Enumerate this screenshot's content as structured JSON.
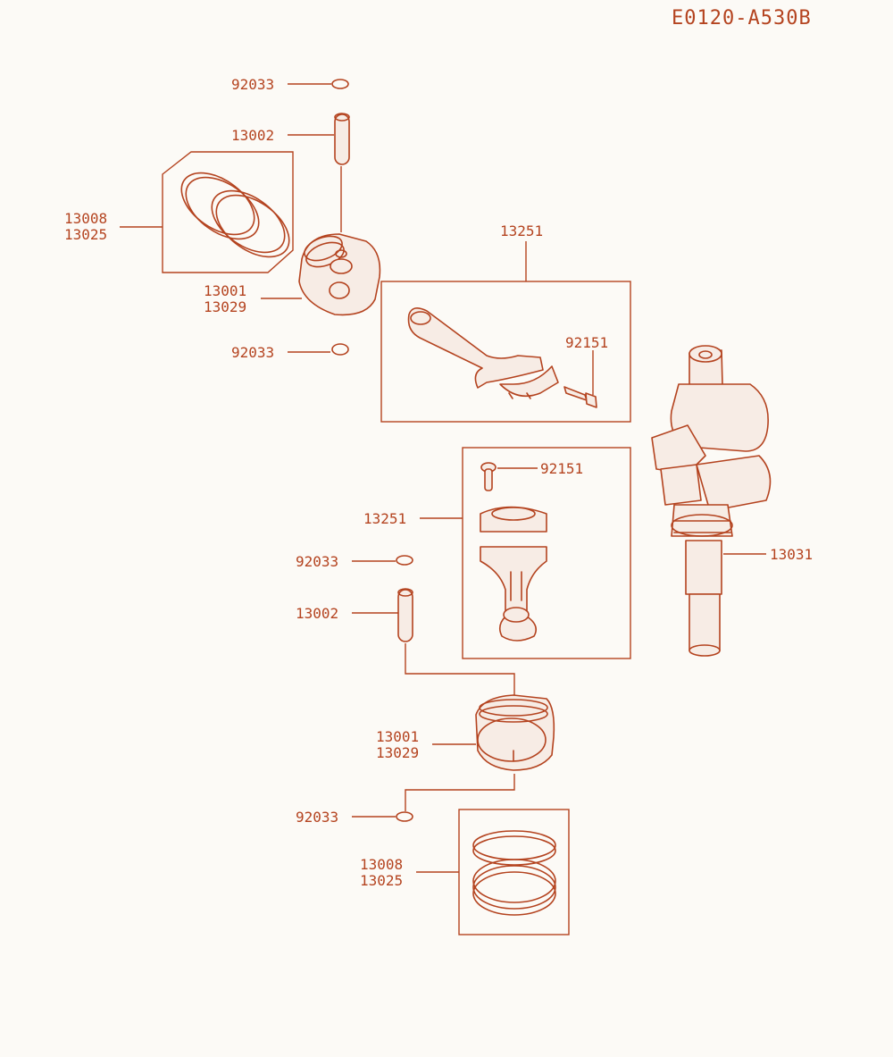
{
  "diagram_code": "E0120-A530B",
  "colors": {
    "line": "#b4431f",
    "background": "#fcfaf6"
  },
  "upper_assembly": {
    "circlip_top": "92033",
    "piston_pin": "13002",
    "ring_set": [
      "13008",
      "13025"
    ],
    "piston": [
      "13001",
      "13029"
    ],
    "circlip_bottom": "92033",
    "connecting_rod": "13251",
    "rod_bolt": "92151"
  },
  "lower_assembly": {
    "rod_bolt": "92151",
    "connecting_rod": "13251",
    "circlip_top": "92033",
    "piston_pin": "13002",
    "piston": [
      "13001",
      "13029"
    ],
    "circlip_bottom": "92033",
    "ring_set": [
      "13008",
      "13025"
    ]
  },
  "crankshaft": "13031"
}
